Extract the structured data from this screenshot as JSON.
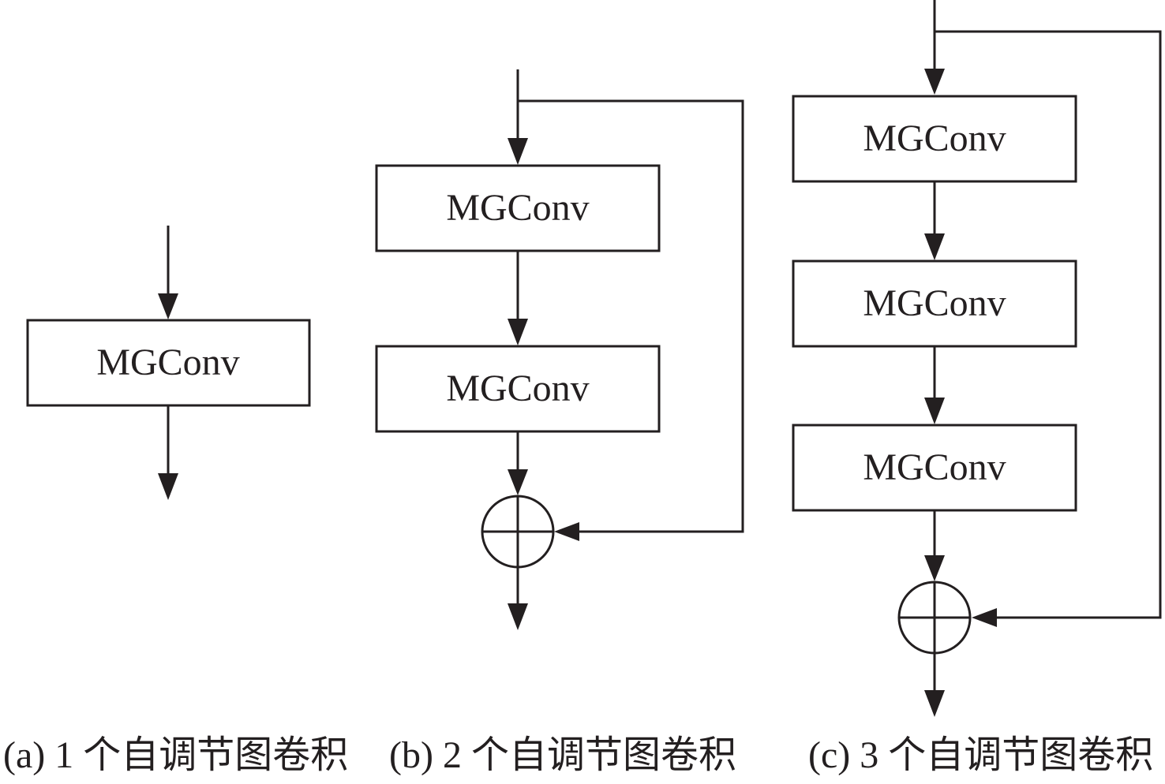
{
  "diagram": {
    "block_label": "MGConv",
    "colors": {
      "stroke": "#231f20",
      "background": "#ffffff"
    },
    "panels": [
      {
        "id": "a",
        "caption": "(a) 1 个自调节图卷积",
        "num_blocks": 1,
        "residual": false
      },
      {
        "id": "b",
        "caption": "(b) 2 个自调节图卷积",
        "num_blocks": 2,
        "residual": true
      },
      {
        "id": "c",
        "caption": "(c) 3 个自调节图卷积",
        "num_blocks": 3,
        "residual": true
      }
    ],
    "sum_node_symbol": "plus-circle"
  }
}
